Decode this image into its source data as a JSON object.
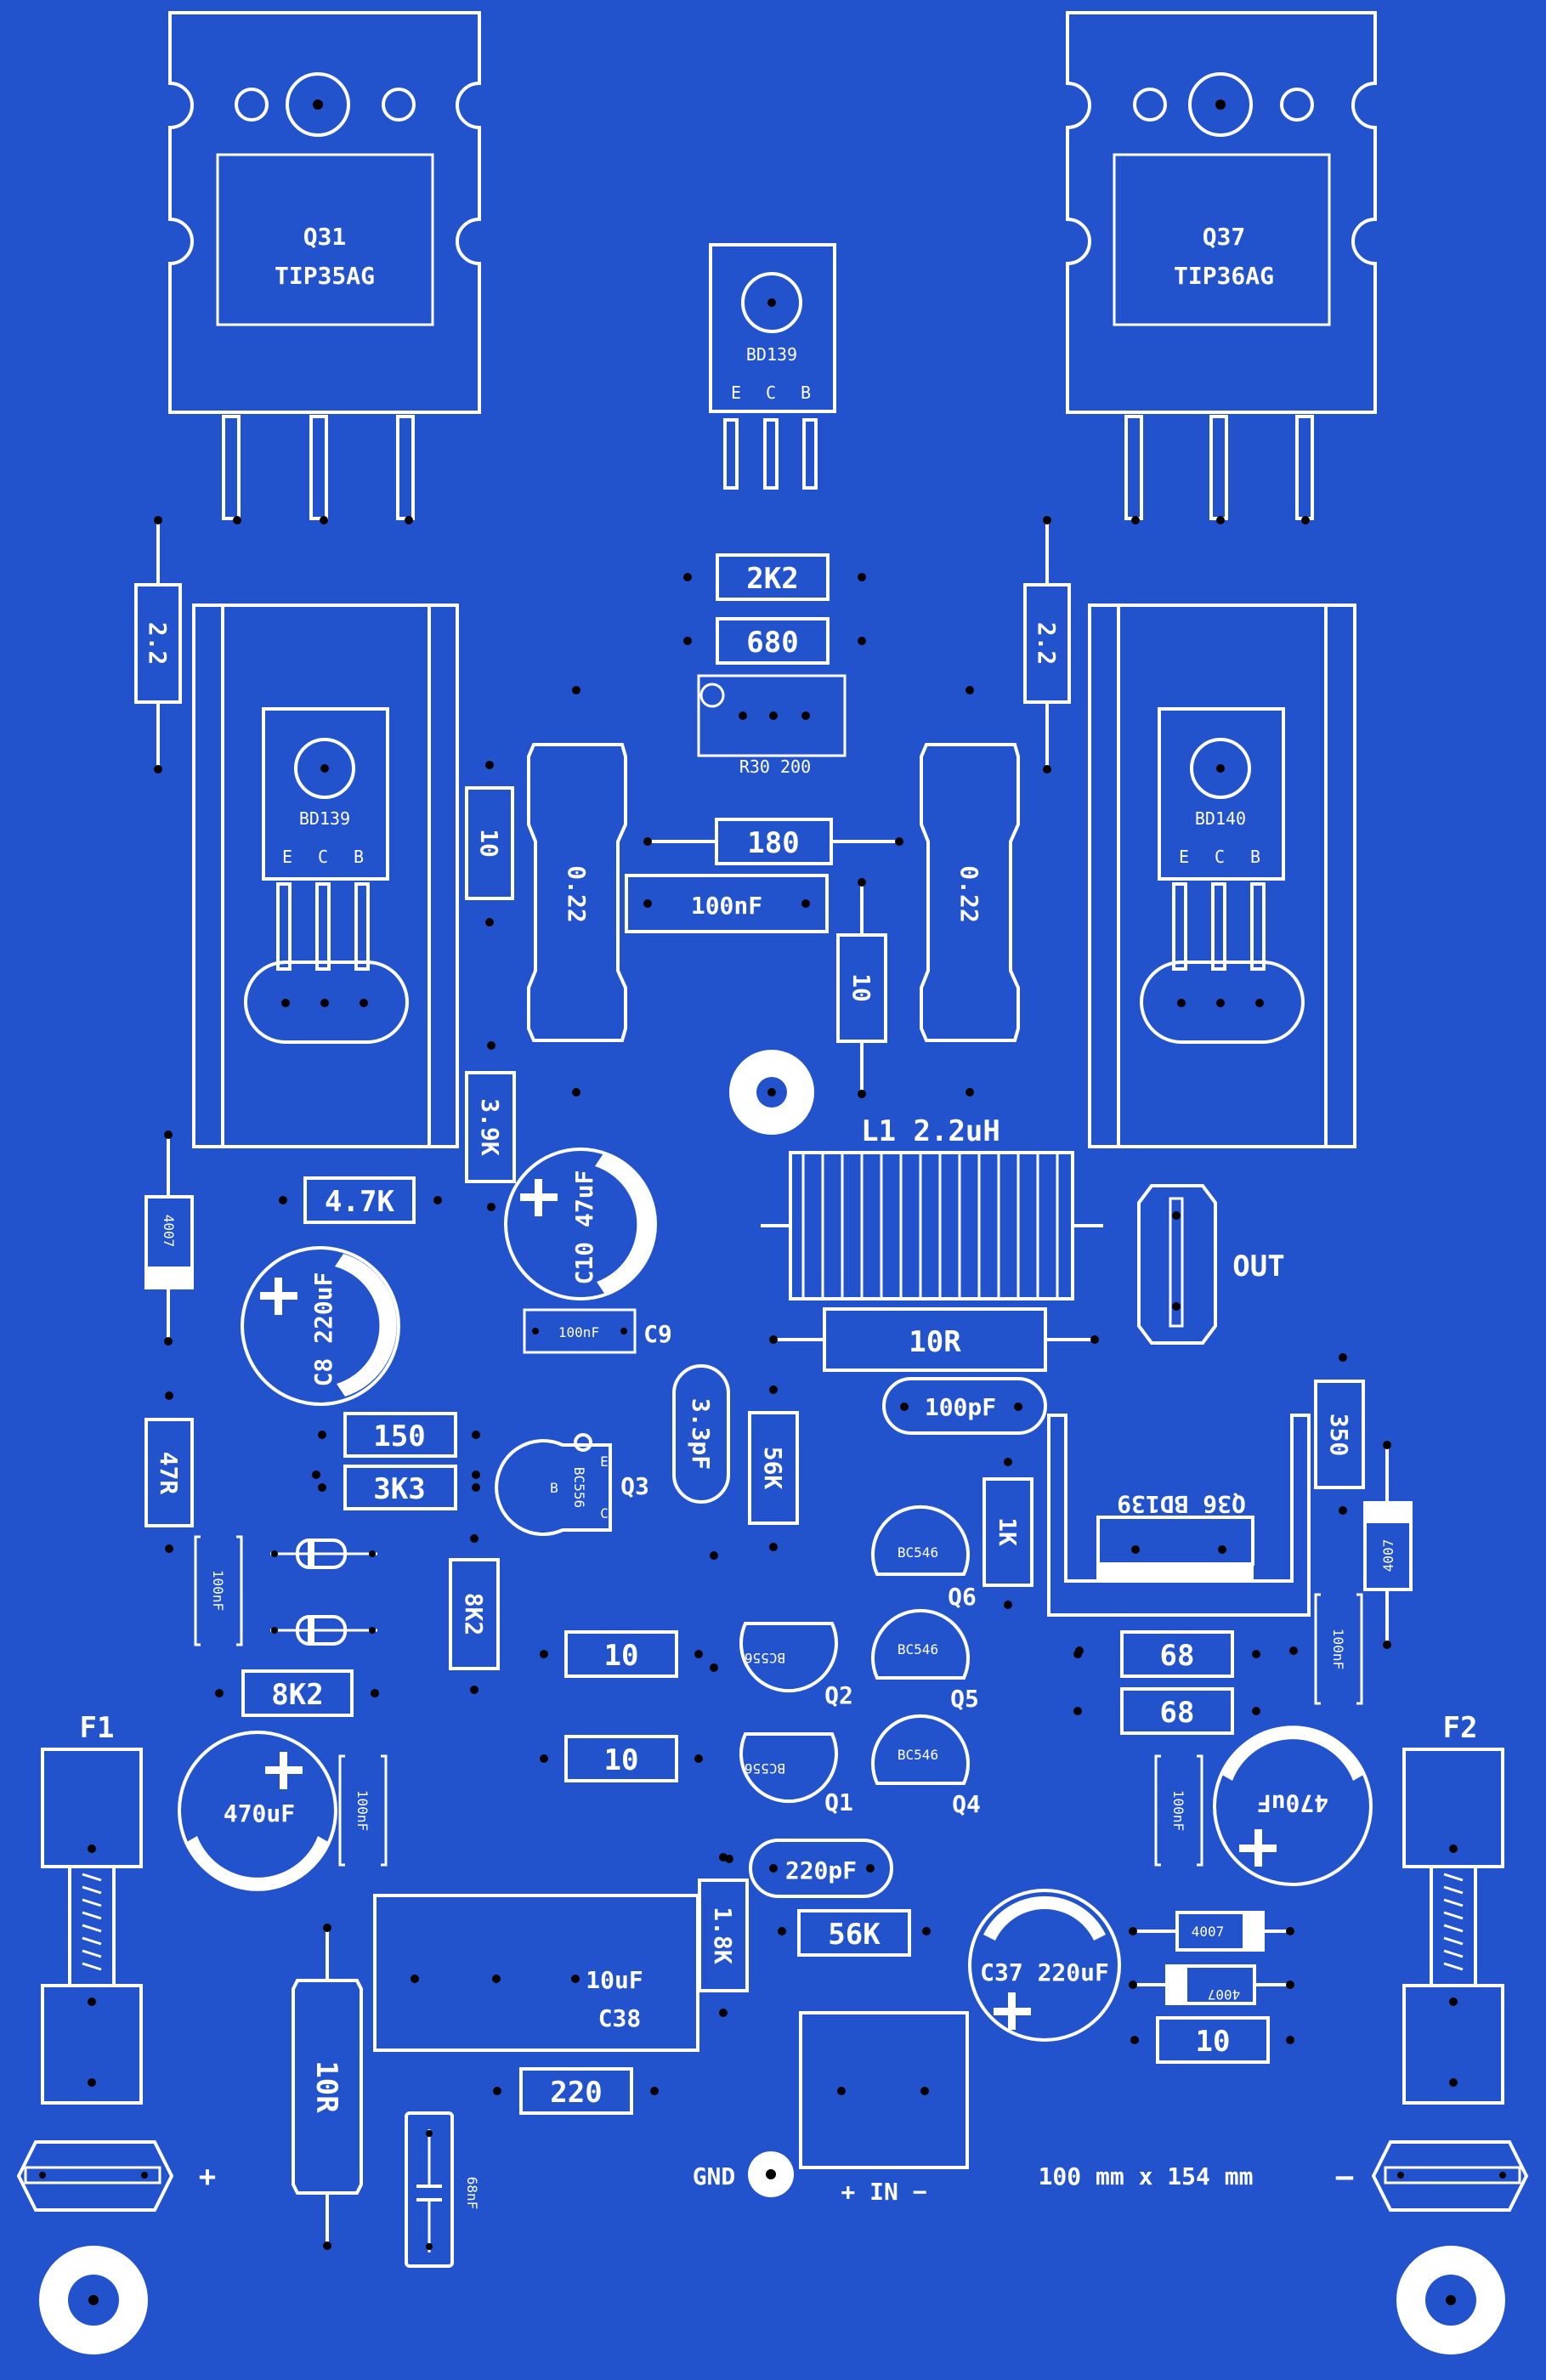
{
  "board": {
    "dimensions": "100 mm x 154 mm",
    "colors": {
      "background": "#2353cc",
      "silkscreen": "#ffffff",
      "pads": "#000000"
    }
  },
  "transistors": {
    "q31": {
      "ref": "Q31",
      "part": "TIP35AG"
    },
    "q37": {
      "ref": "Q37",
      "part": "TIP36AG"
    },
    "top_bd139": {
      "part": "BD139",
      "pins": [
        "E",
        "C",
        "B"
      ]
    },
    "left_bd139": {
      "part": "BD139",
      "pins": [
        "E",
        "C",
        "B"
      ]
    },
    "right_bd140": {
      "part": "BD140",
      "pins": [
        "E",
        "C",
        "B"
      ]
    },
    "q3": {
      "ref": "Q3",
      "part": "BC556",
      "pins": [
        "B",
        "E",
        "C"
      ]
    },
    "q1": {
      "ref": "Q1",
      "part": "BC556"
    },
    "q2": {
      "ref": "Q2",
      "part": "BC556"
    },
    "q4": {
      "ref": "Q4",
      "part": "BC546"
    },
    "q5": {
      "ref": "Q5",
      "part": "BC546"
    },
    "q6": {
      "ref": "Q6",
      "part": "BC546"
    },
    "q36": {
      "text": "Q36  BD139"
    }
  },
  "resistors": {
    "r_2k2": "2K2",
    "r_680": "680",
    "trimmer": "R30 200",
    "r_2_2_left": "2.2",
    "r_2_2_right": "2.2",
    "r_10_vert_left": "10",
    "r_022_left": "0.22",
    "r_022_right": "0.22",
    "r_180": "180",
    "r_10_vert_mid": "10",
    "r_3_9k": "3.9K",
    "r_4_7k": "4.7K",
    "r_10r_big": "10R",
    "r_150": "150",
    "r_3k3": "3K3",
    "r_47r": "47R",
    "r_56k_vert": "56K",
    "r_1k": "1K",
    "r_350": "350",
    "r_8k2_vert": "8K2",
    "r_8k2_horiz": "8K2",
    "r_10_a": "10",
    "r_10_b": "10",
    "r_68_a": "68",
    "r_68_b": "68",
    "r_1_8k": "1.8K",
    "r_56k_horiz": "56K",
    "r_10_bottom_right": "10",
    "r_220": "220",
    "r_10r_bottom": "10R"
  },
  "capacitors": {
    "c9": {
      "ref": "C9",
      "value": "100nF"
    },
    "c_100nf_mid": "100nF",
    "c10": "C10 47uF",
    "c8": "C8 220uF",
    "c_3_3pf": "3.3pF",
    "c_100pf": "100pF",
    "c_100nf_left": "100nF",
    "c_100nf_right": "100nF",
    "c_470uf_left": "470uF",
    "c_470uf_right": "470uF",
    "c_100nf_left_low": "100nF",
    "c_100nf_right_low": "100nF",
    "c_220pf": "220pF",
    "c38": {
      "ref": "C38",
      "value": "10uF"
    },
    "c37": "C37 220uF",
    "c_68nf": "68nF"
  },
  "inductor": {
    "label": "L1 2.2uH"
  },
  "diodes": {
    "d_left": "4007",
    "d_right": "4007",
    "d_bottom_a": "4007",
    "d_bottom_b": "4007"
  },
  "connectors": {
    "out": "OUT",
    "fuse1": "F1",
    "fuse2": "F2",
    "gnd": "GND",
    "input": "+ IN −",
    "plus_symbol": "+",
    "minus_symbol": "—"
  }
}
